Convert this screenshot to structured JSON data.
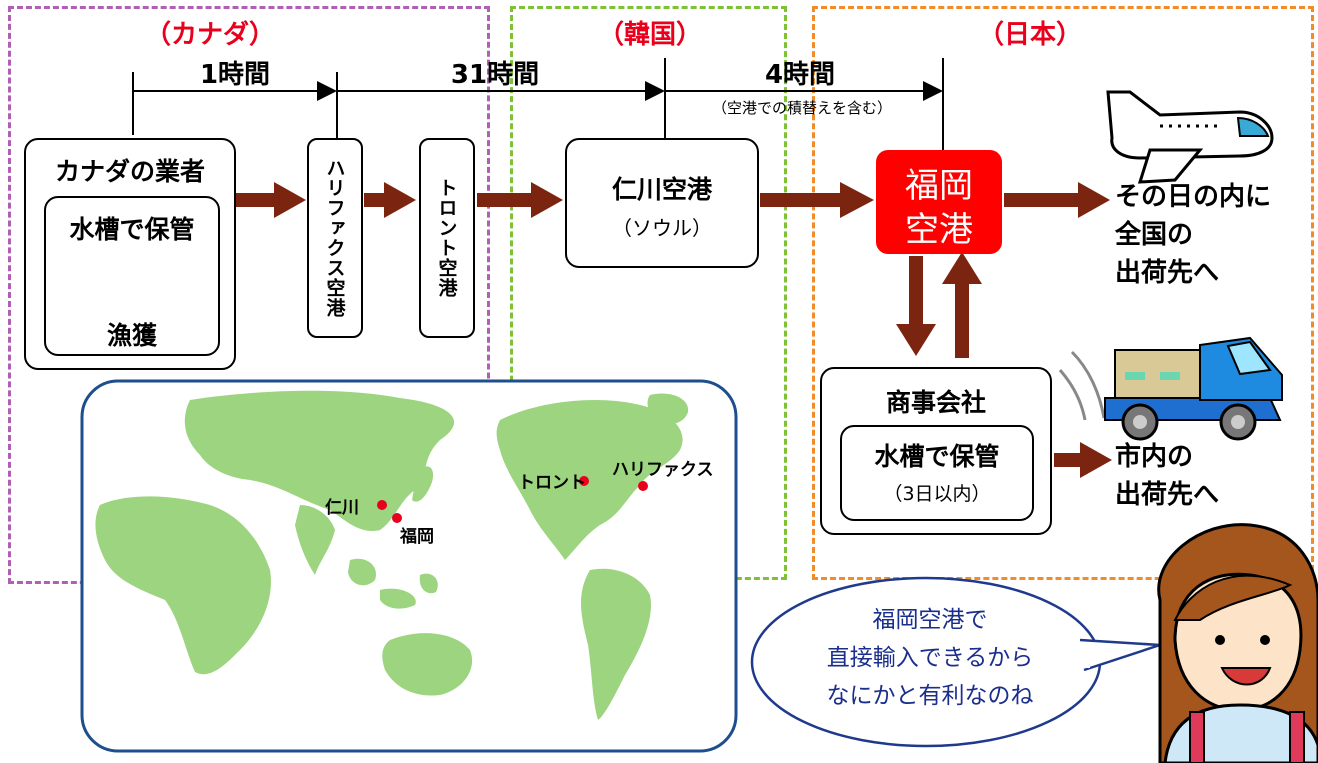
{
  "regions": {
    "canada": {
      "title": "（カナダ）",
      "color": "#b05fb5"
    },
    "korea": {
      "title": "（韓国）",
      "color": "#7dc234"
    },
    "japan": {
      "title": "（日本）",
      "color": "#f28c28"
    }
  },
  "timeline": {
    "leg1": "1時間",
    "leg2": "31時間",
    "leg3": "4時間",
    "leg3_note": "（空港での積替えを含む）"
  },
  "canada_vendor": {
    "title": "カナダの業者",
    "storage": "水槽で保管",
    "catch": "漁獲"
  },
  "halifax_airport": "ハリファクス空港",
  "toronto_airport": "トロント空港",
  "incheon": {
    "name": "仁川空港",
    "sub": "（ソウル）"
  },
  "fukuoka": {
    "line1": "福岡",
    "line2": "空港",
    "color": "#ff0000"
  },
  "destination_national": "その日の内に\n全国の\n出荷先へ",
  "trading_company": {
    "title": "商事会社",
    "storage": "水槽で保管",
    "note": "（3日以内）"
  },
  "destination_city": "市内の\n出荷先へ",
  "map_labels": {
    "incheon": "仁川",
    "fukuoka": "福岡",
    "toronto": "トロント",
    "halifax": "ハリファクス"
  },
  "speech": {
    "line1": "福岡空港で",
    "line2": "直接輸入できるから",
    "line3": "なにかと有利なのね"
  },
  "colors": {
    "arrow": "#7b2410",
    "map_land": "#9dd47f",
    "map_border": "#1f4e8c",
    "speech_text": "#1a2e8c"
  },
  "icons": [
    "airplane-icon",
    "truck-icon",
    "woman-character"
  ]
}
